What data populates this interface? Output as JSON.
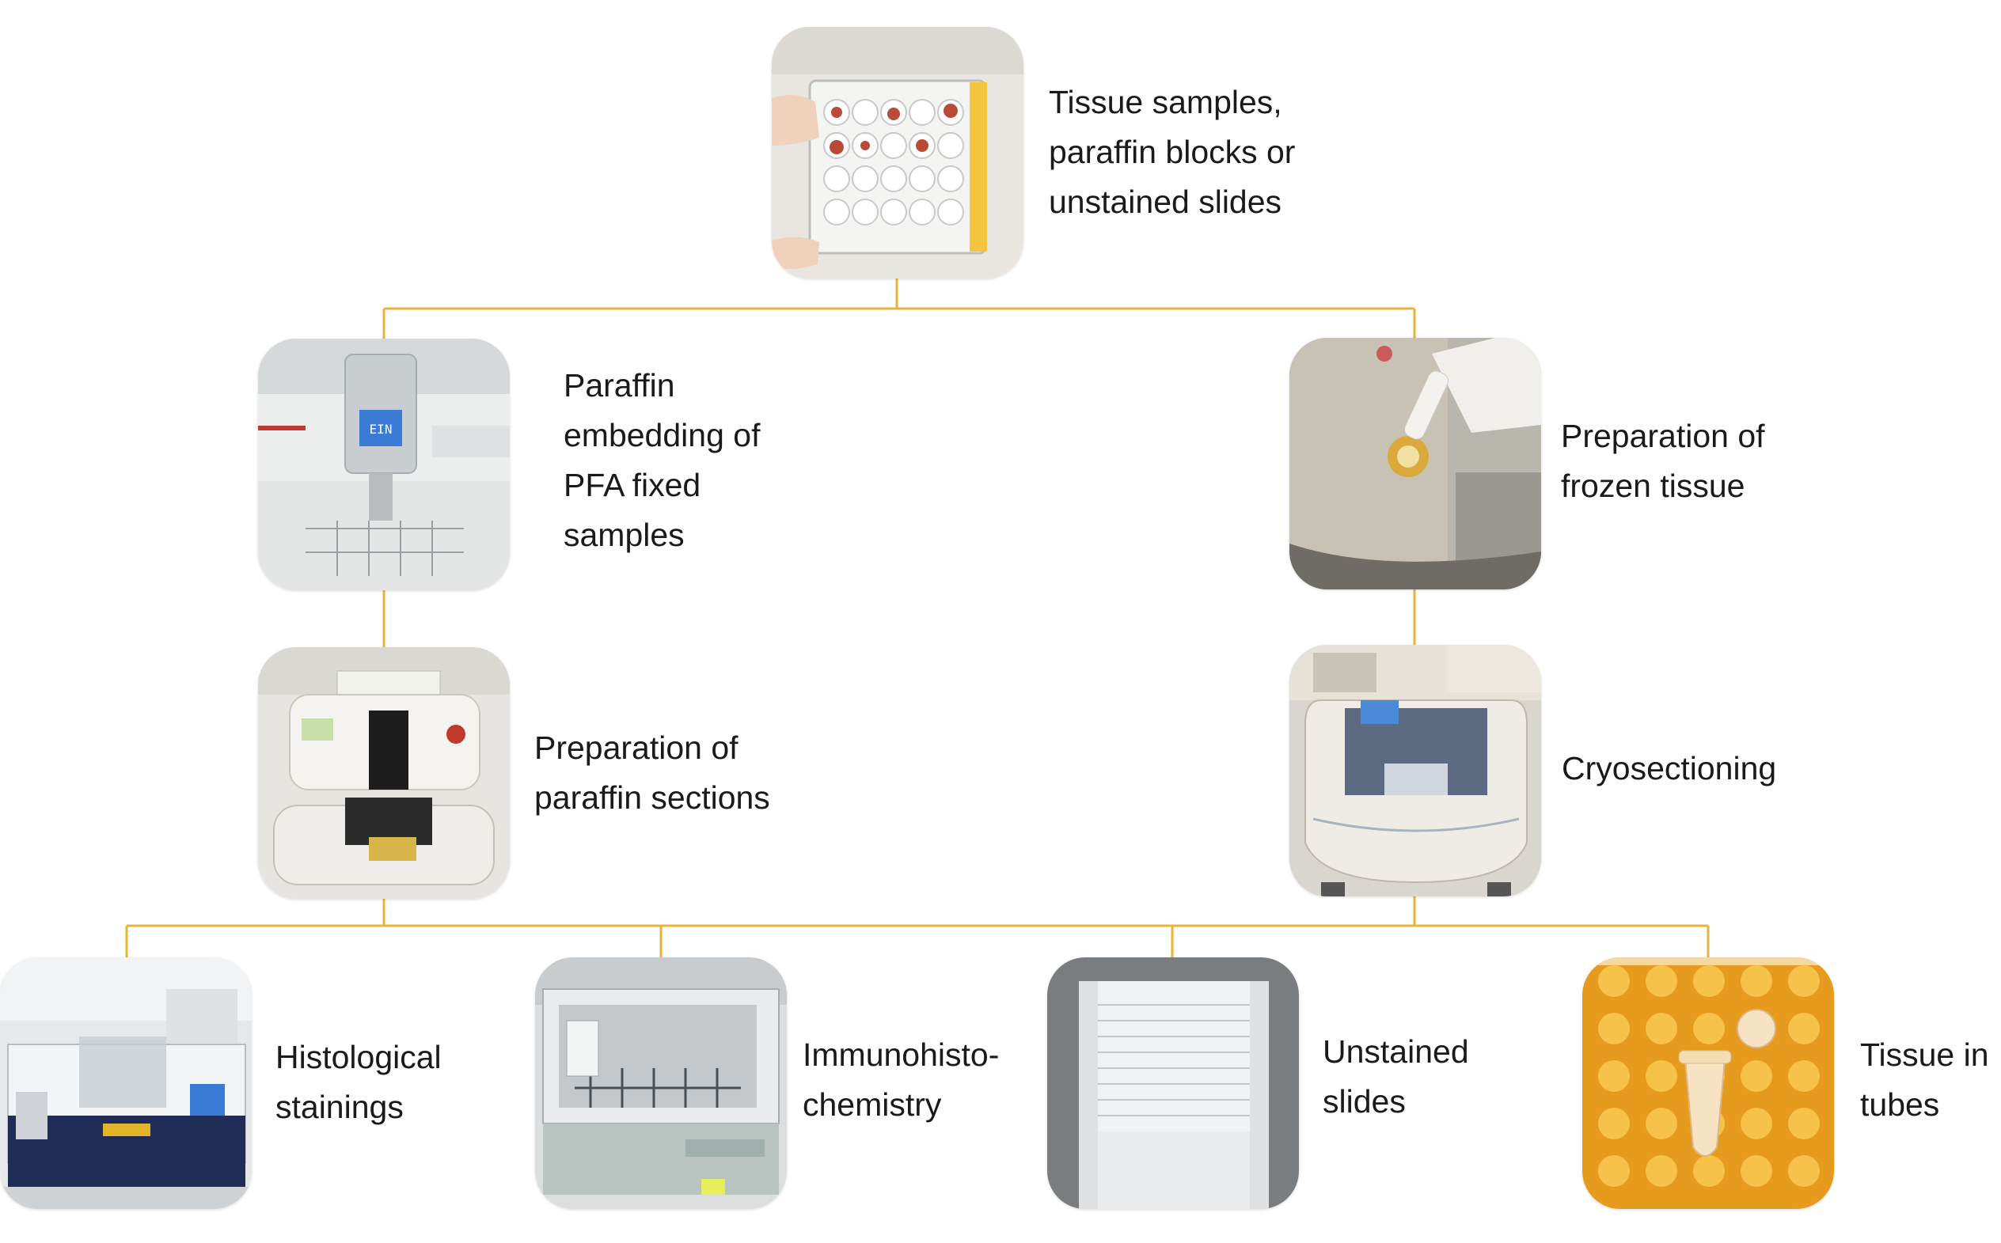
{
  "connector_color": "#E8B43A",
  "nodes": {
    "tissue_samples": {
      "lines": [
        "Tissue samples,",
        "paraffin blocks or",
        "unstained slides"
      ],
      "icon": "well-plate-photo"
    },
    "paraffin_embedding": {
      "lines": [
        "Paraffin",
        "embedding of",
        "PFA fixed",
        "samples"
      ],
      "icon": "embedding-station-photo"
    },
    "frozen_tissue": {
      "lines": [
        "Preparation of",
        "frozen tissue"
      ],
      "icon": "cryomold-photo"
    },
    "paraffin_sections": {
      "lines": [
        "Preparation of",
        "paraffin sections"
      ],
      "icon": "microtome-photo"
    },
    "cryosectioning": {
      "lines": [
        "Cryosectioning"
      ],
      "icon": "cryostat-photo"
    },
    "histological_stainings": {
      "lines": [
        "Histological",
        "stainings"
      ],
      "icon": "stainer-photo"
    },
    "immunohistochemistry": {
      "lines": [
        "Immunohisto-",
        "chemistry"
      ],
      "icon": "ihc-autostainer-photo"
    },
    "unstained_slides": {
      "lines": [
        "Unstained",
        "slides"
      ],
      "icon": "slide-tray-photo"
    },
    "tissue_in_tubes": {
      "lines": [
        "Tissue in",
        "tubes"
      ],
      "icon": "tube-rack-photo"
    }
  }
}
